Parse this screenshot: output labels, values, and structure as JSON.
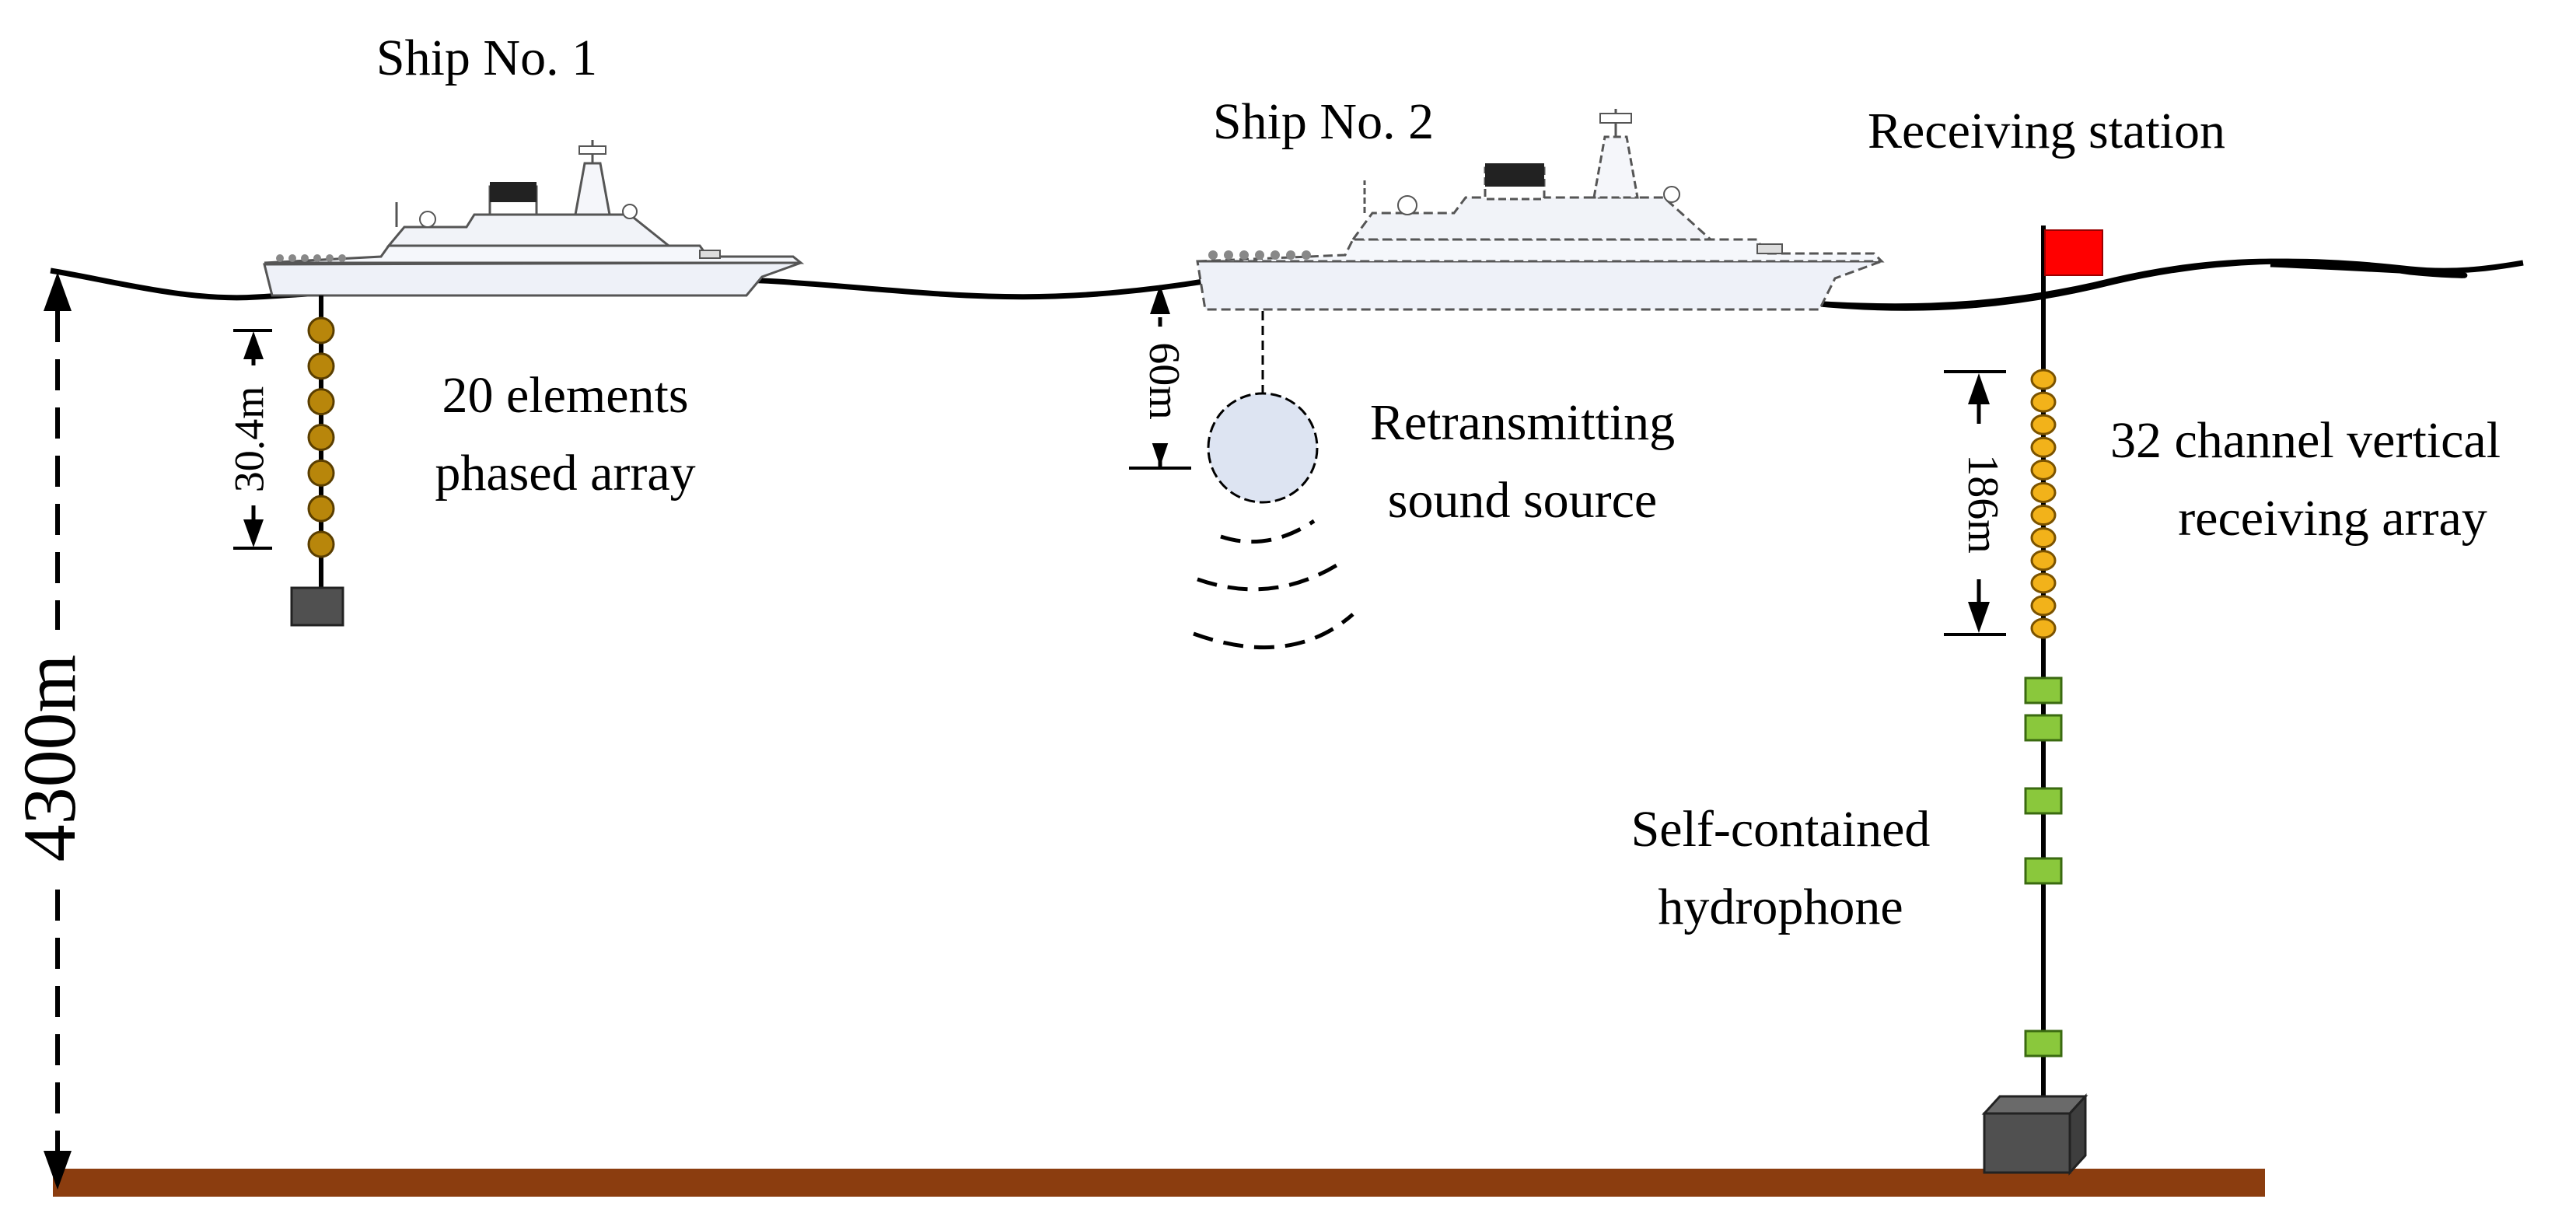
{
  "labels": {
    "ship1": "Ship No. 1",
    "ship2": "Ship No. 2",
    "receiving_station": "Receiving station",
    "phased_array_line1": "20 elements",
    "phased_array_line2": "phased array",
    "source_line1": "Retransmitting",
    "source_line2": "sound source",
    "vertical_array_line1": "32 channel vertical",
    "vertical_array_line2": "receiving array",
    "hydrophone_line1": "Self-contained",
    "hydrophone_line2": "hydrophone"
  },
  "dimensions": {
    "depth": "4300m",
    "phased_array_length": "30.4m",
    "source_depth": "60m",
    "vertical_array_length": "186m"
  },
  "colors": {
    "seabed": "#8b3d0f",
    "flag": "#ff0000",
    "phased_array_element": "#b8860b",
    "receiving_array_element": "#f2b21a",
    "hydrophone": "#8ac83c",
    "anchor": "#505050",
    "ship_hull": "#eef1f8",
    "sound_source": "#dde4f2"
  },
  "icons": {
    "ship": "ship-icon",
    "flag": "flag-icon",
    "anchor": "anchor-weight-icon",
    "sound_source": "sound-source-icon",
    "sound_waves": "sound-wave-icon"
  },
  "counts": {
    "phased_array_elements_drawn": 7,
    "receiving_array_elements_drawn": 12,
    "hydrophones_drawn": 5
  }
}
